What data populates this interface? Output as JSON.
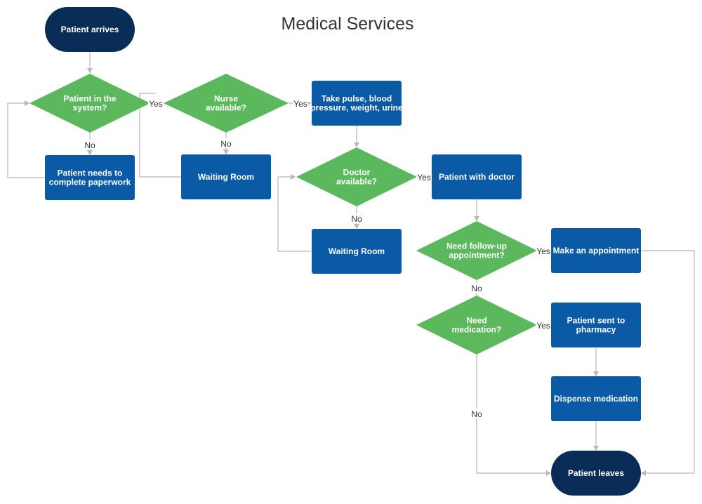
{
  "title": "Medical Services",
  "colors": {
    "terminal": "#0a2d57",
    "process": "#0b5aa6",
    "decision": "#5cb85c",
    "edge": "#b8b8b8",
    "title_text": "#333333"
  },
  "nodes": {
    "start": {
      "shape": "terminal",
      "lines": [
        "Patient arrives"
      ]
    },
    "in_system": {
      "shape": "decision",
      "lines": [
        "Patient in the",
        "system?"
      ]
    },
    "paperwork": {
      "shape": "process",
      "lines": [
        "Patient needs to",
        "complete paperwork"
      ]
    },
    "nurse_available": {
      "shape": "decision",
      "lines": [
        "Nurse",
        "available?"
      ]
    },
    "waiting_room_1": {
      "shape": "process",
      "lines": [
        "Waiting Room"
      ]
    },
    "vitals": {
      "shape": "process",
      "lines": [
        "Take pulse, blood",
        "pressure, weight, urine"
      ]
    },
    "doctor_available": {
      "shape": "decision",
      "lines": [
        "Doctor",
        "available?"
      ]
    },
    "waiting_room_2": {
      "shape": "process",
      "lines": [
        "Waiting Room"
      ]
    },
    "with_doctor": {
      "shape": "process",
      "lines": [
        "Patient with doctor"
      ]
    },
    "follow_up": {
      "shape": "decision",
      "lines": [
        "Need follow-up",
        "appointment?"
      ]
    },
    "make_appointment": {
      "shape": "process",
      "lines": [
        "Make an appointment"
      ]
    },
    "need_medication": {
      "shape": "decision",
      "lines": [
        "Need",
        "medication?"
      ]
    },
    "pharmacy": {
      "shape": "process",
      "lines": [
        "Patient sent to",
        "pharmacy"
      ]
    },
    "dispense": {
      "shape": "process",
      "lines": [
        "Dispense medication"
      ]
    },
    "end": {
      "shape": "terminal",
      "lines": [
        "Patient leaves"
      ]
    }
  },
  "edges": [
    {
      "from": "start",
      "to": "in_system",
      "label": ""
    },
    {
      "from": "in_system",
      "to": "nurse_available",
      "label": "Yes"
    },
    {
      "from": "in_system",
      "to": "paperwork",
      "label": "No"
    },
    {
      "from": "paperwork",
      "to": "in_system",
      "label": ""
    },
    {
      "from": "nurse_available",
      "to": "vitals",
      "label": "Yes"
    },
    {
      "from": "nurse_available",
      "to": "waiting_room_1",
      "label": "No"
    },
    {
      "from": "waiting_room_1",
      "to": "nurse_available",
      "label": ""
    },
    {
      "from": "vitals",
      "to": "doctor_available",
      "label": ""
    },
    {
      "from": "doctor_available",
      "to": "with_doctor",
      "label": "Yes"
    },
    {
      "from": "doctor_available",
      "to": "waiting_room_2",
      "label": "No"
    },
    {
      "from": "waiting_room_2",
      "to": "doctor_available",
      "label": ""
    },
    {
      "from": "with_doctor",
      "to": "follow_up",
      "label": ""
    },
    {
      "from": "follow_up",
      "to": "make_appointment",
      "label": "Yes"
    },
    {
      "from": "follow_up",
      "to": "need_medication",
      "label": "No"
    },
    {
      "from": "make_appointment",
      "to": "end",
      "label": ""
    },
    {
      "from": "need_medication",
      "to": "pharmacy",
      "label": "Yes"
    },
    {
      "from": "need_medication",
      "to": "end",
      "label": "No"
    },
    {
      "from": "pharmacy",
      "to": "dispense",
      "label": ""
    },
    {
      "from": "dispense",
      "to": "end",
      "label": ""
    }
  ]
}
